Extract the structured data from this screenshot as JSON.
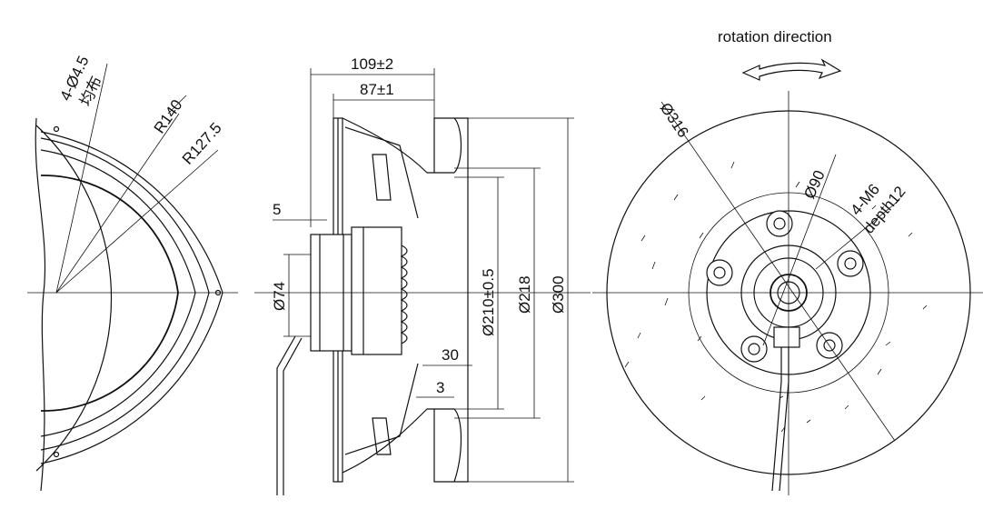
{
  "left_view": {
    "holes_label": "4-Ø4.5",
    "holes_note": "均布",
    "r140_label": "R140",
    "r127_label": "R127.5"
  },
  "side_view": {
    "overall_depth_label": "109±2",
    "impeller_depth_label": "87±1",
    "flange_thickness_label": "5",
    "hub_diameter_label": "Ø74",
    "inlet_diameter_label": "Ø210±0.5",
    "mid_diameter_label": "Ø218",
    "outer_diameter_label": "Ø300",
    "inlet_length_label": "30",
    "inlet_gap_label": "3"
  },
  "front_view": {
    "rotation_label": "rotation direction",
    "outer_diameter_label": "Ø316",
    "hub_diameter_label": "Ø90",
    "thread_label": "4-M6",
    "thread_depth_label": "depth12"
  }
}
